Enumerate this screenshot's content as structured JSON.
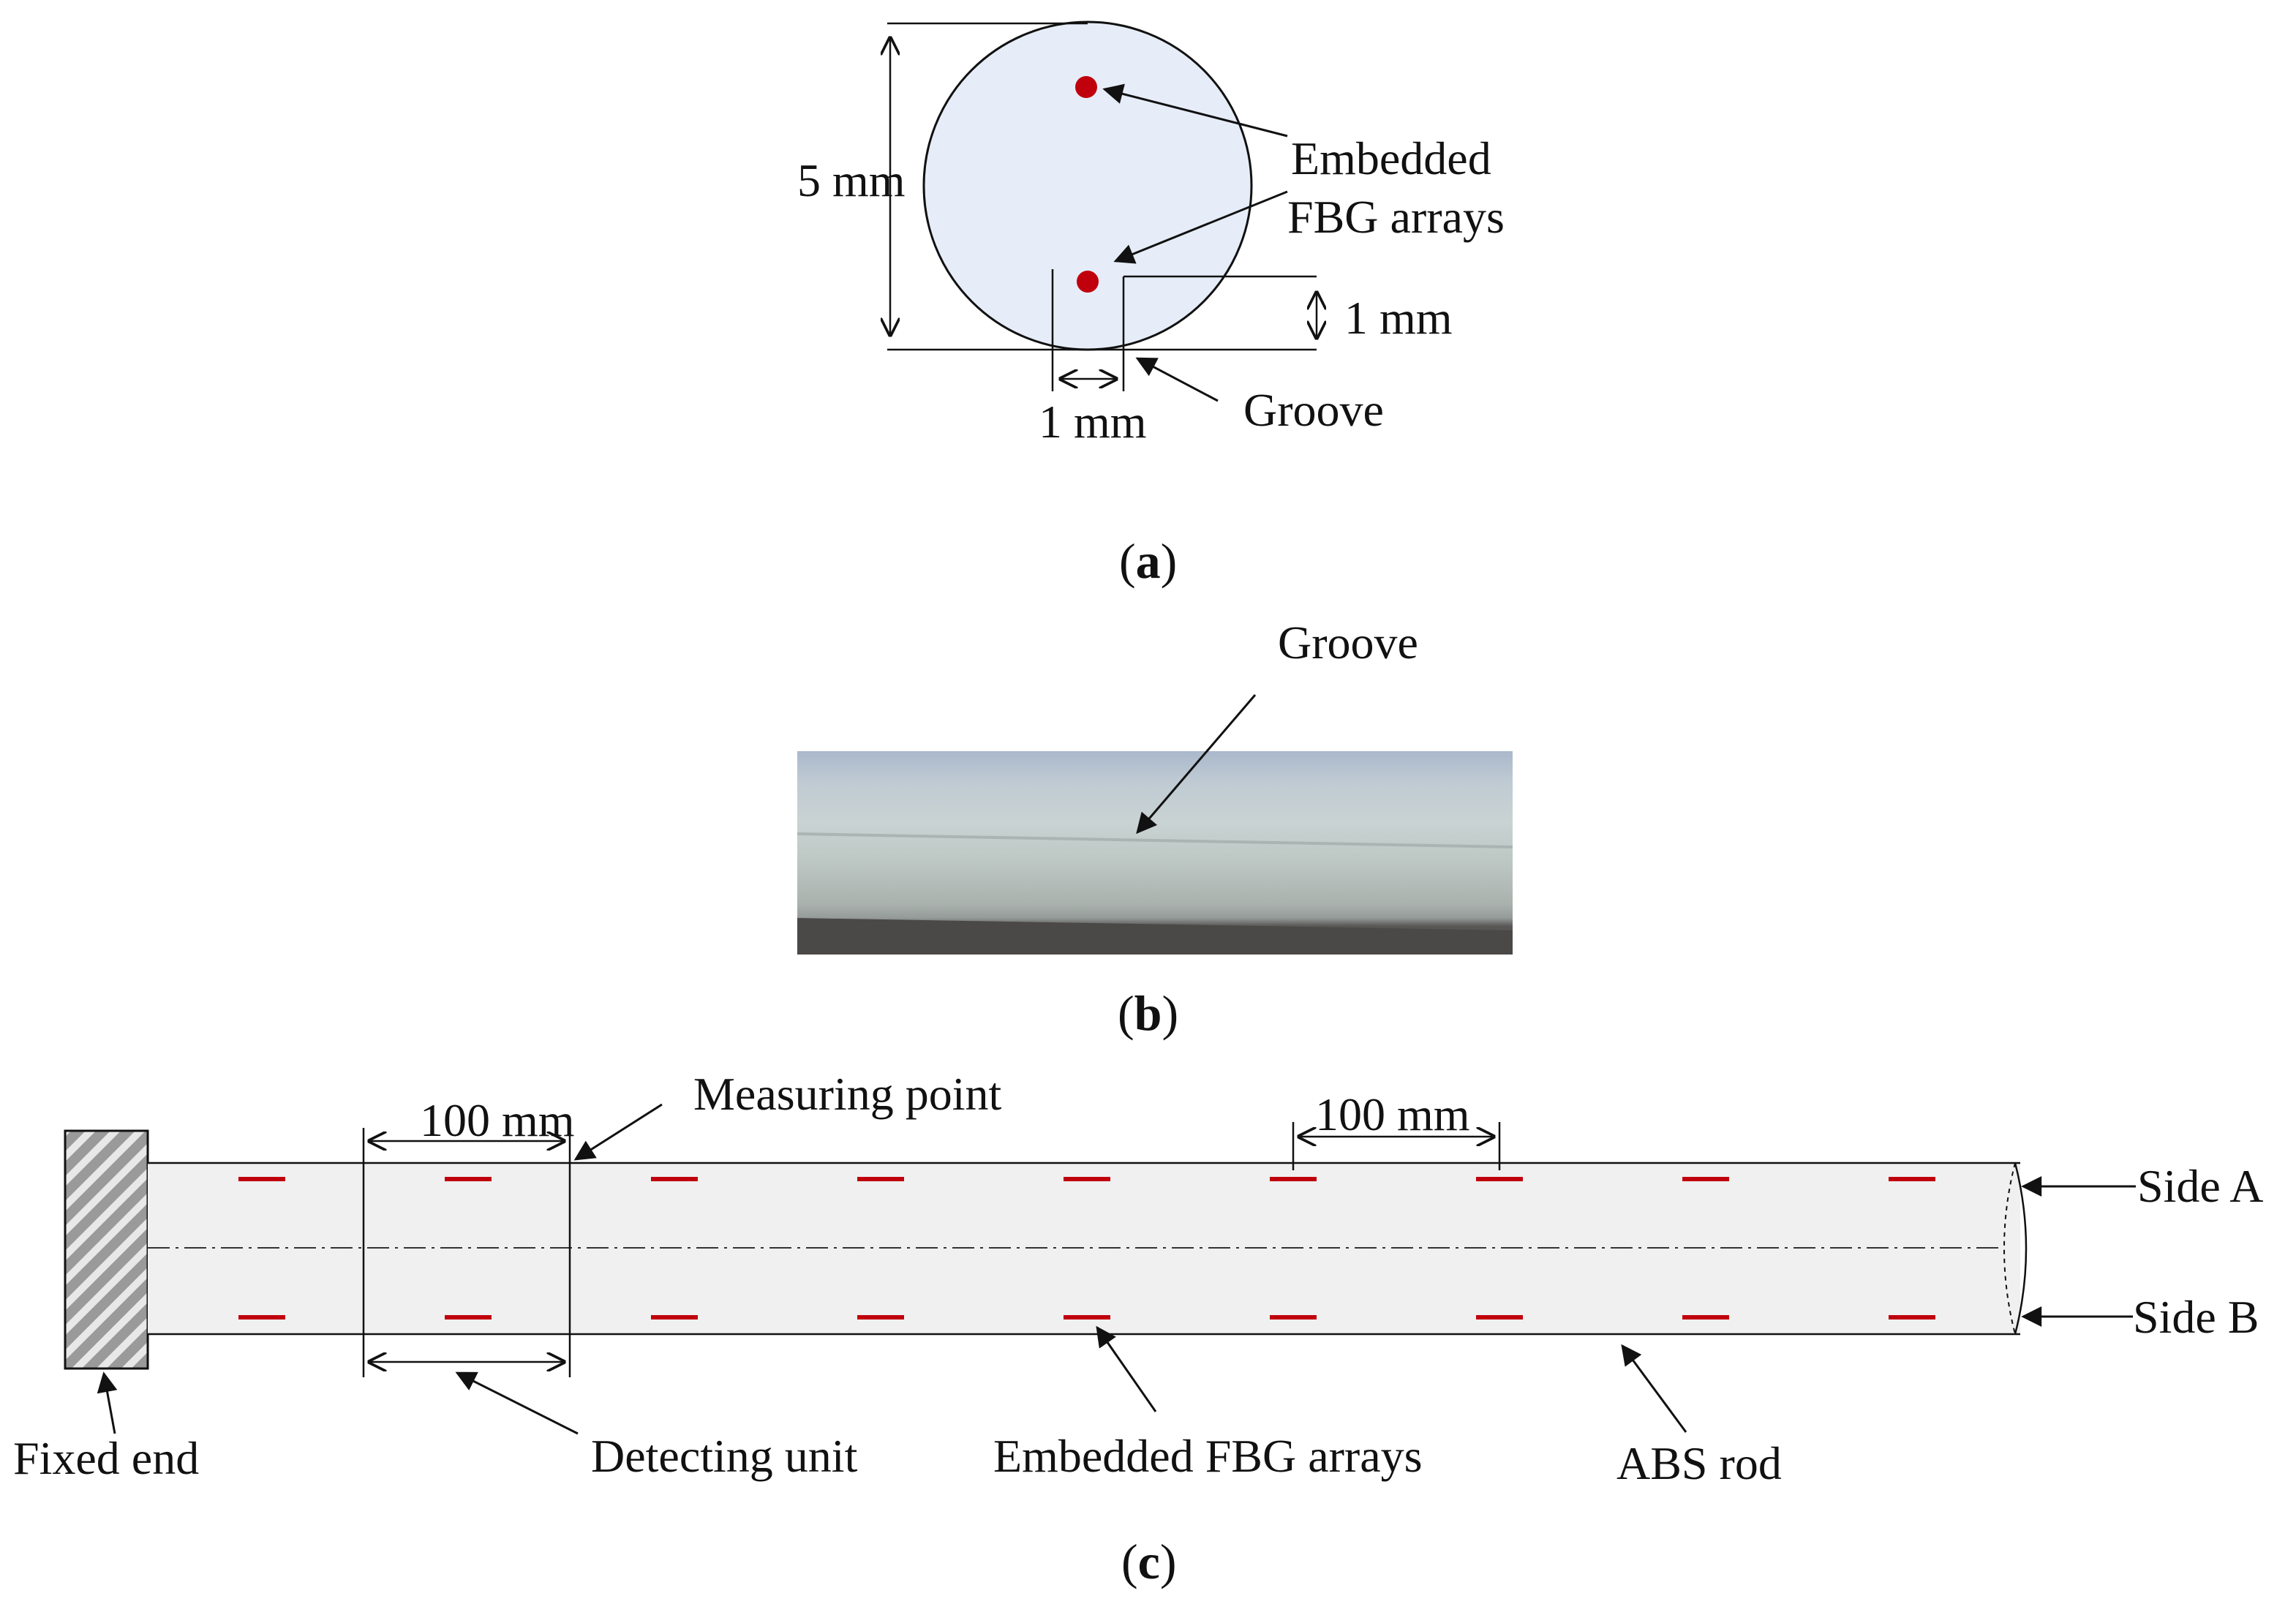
{
  "panel_a": {
    "diameter_label": "5 mm",
    "fbg_label_line1": "Embedded",
    "fbg_label_line2": "FBG arrays",
    "depth_label": "1 mm",
    "width_label": "1 mm",
    "groove_label": "Groove",
    "caption_open": "(",
    "caption_letter": "a",
    "caption_close": ")"
  },
  "panel_b": {
    "groove_label": "Groove",
    "caption_open": "(",
    "caption_letter": "b",
    "caption_close": ")"
  },
  "panel_c": {
    "spacing_label_1": "100 mm",
    "spacing_label_2": "100 mm",
    "measuring_point_label": "Measuring point",
    "side_a_label": "Side A",
    "side_b_label": "Side B",
    "fixed_end_label": "Fixed end",
    "detecting_unit_label": "Detecting unit",
    "fbg_label": "Embedded FBG arrays",
    "rod_label": "ABS rod",
    "caption_open": "(",
    "caption_letter": "c",
    "caption_close": ")"
  },
  "colors": {
    "rod_fill": "#f0f0f0",
    "cross_section_fill": "#e6edf8",
    "fbg_red": "#c0000c",
    "line": "#111111"
  }
}
